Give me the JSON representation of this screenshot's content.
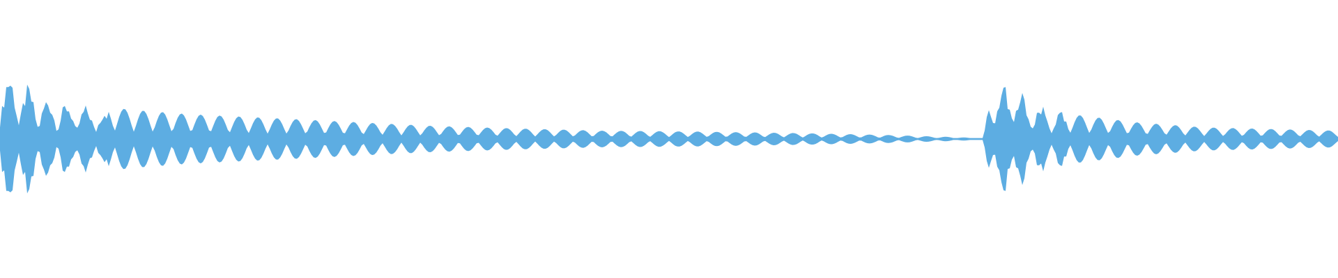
{
  "waveform": {
    "color": "#5dade2",
    "background": "#ffffff",
    "sample_count": 640,
    "envelope_keypoints": [
      [
        0.0,
        0.92
      ],
      [
        0.01,
        0.8
      ],
      [
        0.03,
        0.55
      ],
      [
        0.06,
        0.42
      ],
      [
        0.1,
        0.35
      ],
      [
        0.14,
        0.3
      ],
      [
        0.18,
        0.27
      ],
      [
        0.22,
        0.24
      ],
      [
        0.27,
        0.2
      ],
      [
        0.32,
        0.16
      ],
      [
        0.38,
        0.13
      ],
      [
        0.45,
        0.1
      ],
      [
        0.52,
        0.09
      ],
      [
        0.6,
        0.07
      ],
      [
        0.66,
        0.05
      ],
      [
        0.72,
        0.02
      ],
      [
        0.735,
        0.0
      ],
      [
        0.74,
        0.6
      ],
      [
        0.755,
        0.75
      ],
      [
        0.77,
        0.45
      ],
      [
        0.8,
        0.3
      ],
      [
        0.85,
        0.2
      ],
      [
        0.9,
        0.14
      ],
      [
        0.95,
        0.12
      ],
      [
        1.0,
        0.1
      ]
    ]
  }
}
